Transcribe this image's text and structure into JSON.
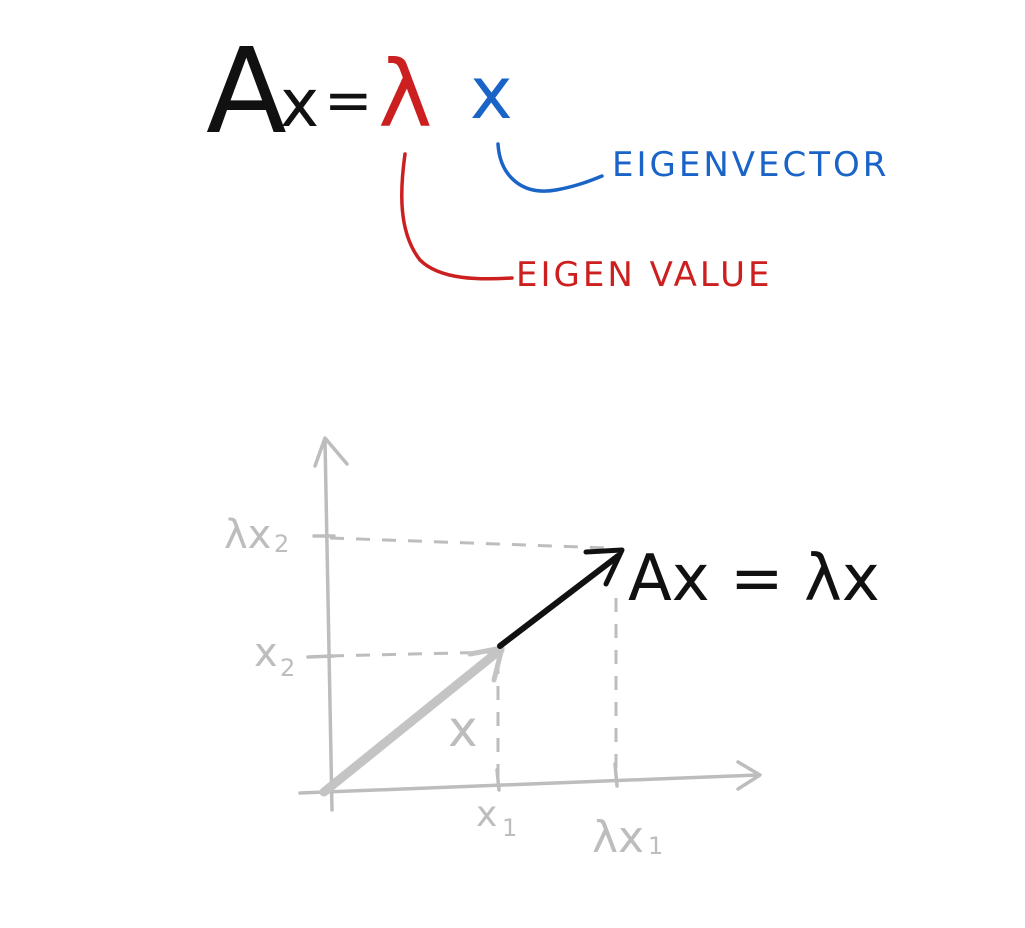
{
  "equation": {
    "A": "A",
    "x": "x",
    "equals": "=",
    "lambda": "λ",
    "x_vec": "x"
  },
  "labels": {
    "eigenvector": "EIGENVECTOR",
    "eigenvalue": "EIGEN VALUE"
  },
  "graph": {
    "vector_x_label": "x",
    "ax_label": "Ax = λx",
    "tick_x1": "x",
    "tick_x1_sub": "1",
    "tick_lx1": "λx",
    "tick_lx1_sub": "1",
    "tick_x2": "x",
    "tick_x2_sub": "2",
    "tick_lx2": "λx",
    "tick_lx2_sub": "2"
  },
  "colors": {
    "ink": "#111111",
    "red": "#cc1f1f",
    "blue": "#1a64c8",
    "gray": "#bdbdbd"
  }
}
